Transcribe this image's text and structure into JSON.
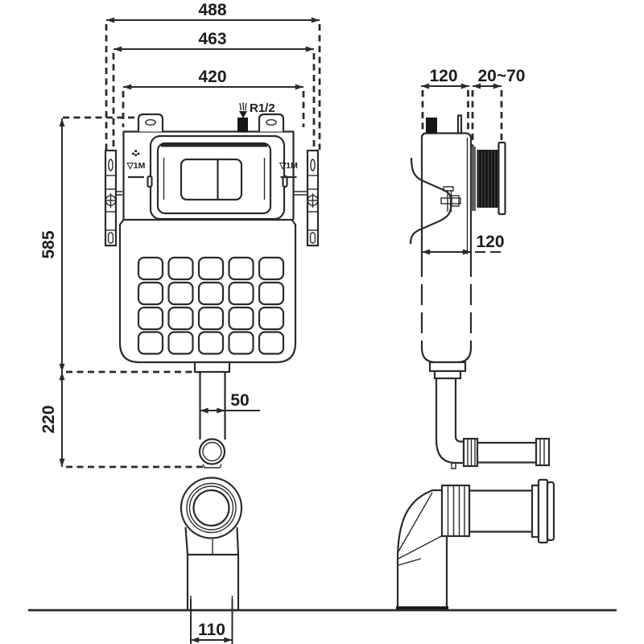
{
  "drawing": {
    "kind": "concealed-cistern-technical-drawing",
    "views": {
      "front": {
        "dimensions": {
          "overall_width": "488",
          "frame_width": "463",
          "tank_width": "420",
          "tank_height": "585",
          "outlet_drop": "220",
          "outlet_pipe": "50",
          "floor_outlet": "110"
        },
        "labels": {
          "inlet_thread": "R1/2",
          "water_level_left": "▽1M",
          "water_level_right": "▽1M"
        }
      },
      "side": {
        "dimensions": {
          "tank_depth": "120",
          "wall_adjust_range": "20~70",
          "body_depth": "120"
        }
      }
    },
    "colors": {
      "line": "#2b2b2b",
      "solid_fill": "#161616",
      "hatch_gray": "#5f5f5f",
      "background": "#ffffff"
    }
  }
}
